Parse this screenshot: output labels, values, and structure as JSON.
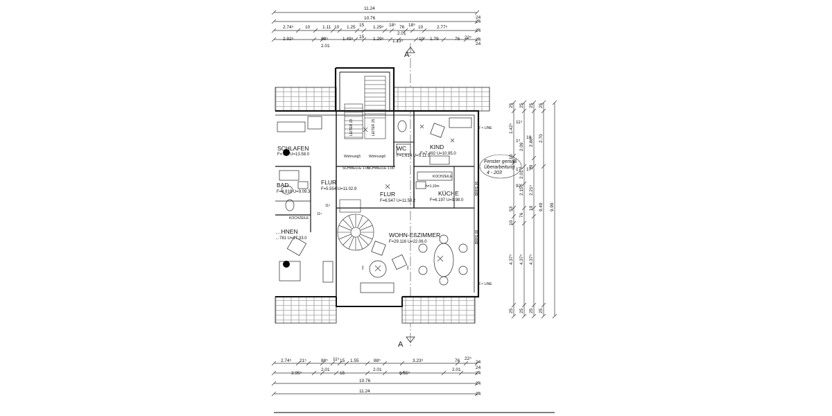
{
  "dimensions": {
    "top": {
      "r1_total": "11.24",
      "r2_total": "10.76",
      "r3": [
        "2.74⁵",
        "10",
        "1.11",
        "10",
        "1.25",
        "15",
        "1.29⁵",
        "18⁵",
        "76",
        "18⁵",
        "10",
        "2.77⁵"
      ],
      "r3_sub": "2.01",
      "r4": [
        "2.92⁵",
        "88⁵",
        "1.49⁵",
        "15",
        "1.29⁵",
        "1.13⁵",
        "10",
        "1.79",
        "76",
        "22⁵"
      ],
      "r4_sub": "2.01",
      "end_labels": [
        "24",
        "24",
        "24",
        "24",
        "24"
      ]
    },
    "bottom": {
      "r1": [
        "2.74⁵",
        "21⁵",
        "88⁵",
        "11⁵",
        "15",
        "1.55",
        "88⁵",
        "3.23⁵",
        "76",
        "22⁵"
      ],
      "r2": [
        "3.95⁵",
        "2.01",
        "15",
        "2.01",
        "6.65⁵",
        "2.01"
      ],
      "r3_total": "10.76",
      "r4_total": "11.24",
      "end_labels": [
        "24",
        "24",
        "24",
        "24",
        "24"
      ]
    },
    "right": {
      "c1": [
        "25",
        "1.42⁵",
        "10",
        "53",
        "10",
        "4.37⁵",
        "25"
      ],
      "c2": [
        "25",
        "2.09",
        "2.01",
        "2.15⁵",
        "76",
        "4.37⁵",
        "25"
      ],
      "c3": [
        "25",
        "2.86⁵",
        "10",
        "2.21⁵",
        "10",
        "4.37⁵",
        "25"
      ],
      "c4": [
        "25",
        "2.70",
        "9.49",
        "25"
      ],
      "c5": [
        "9.99"
      ],
      "misc": [
        "11⁵",
        "17⁵",
        "1⁵",
        "10",
        "17",
        "92⁵"
      ]
    }
  },
  "section_marks": {
    "top": "A",
    "bottom": "A"
  },
  "rooms": {
    "schlafen": {
      "name": "SCHLAFEN",
      "area": "F=…8  U=13.58.0"
    },
    "bad": {
      "name": "BAD",
      "area": "F=4.818  U=9.09.3"
    },
    "wohnen": {
      "name": "…HNEN",
      "area": "…781  U=17.33.0"
    },
    "flur_left": {
      "name": "FLUR",
      "area": "F=5.554  U=11.02.9"
    },
    "flur_center": {
      "name": "FLUR",
      "area": "F=6.547  U=11.50.2"
    },
    "wc": {
      "name": "WC",
      "area": "F=1.614  U=5.11.9"
    },
    "kind": {
      "name": "KIND",
      "area": "F=7.492  U=10.95.0"
    },
    "kueche": {
      "name": "KÜCHE",
      "area": "F=6.197  U=9.98.0"
    },
    "wohn_ess": {
      "name": "WOHN-EßZIMMER",
      "area": "F=29.116  U=22.06.0"
    }
  },
  "labels": {
    "brh_upper": "BRH1.00",
    "brh_lower": "BRH1.00",
    "wall_top": "2 × LINE",
    "wall_bottom": "3 × LINE",
    "kochzeile_left": "KOCHZEILE",
    "kochzeile_right": "KOCHZEILE",
    "wohnung_a": "Wohnung5",
    "wohnung_b": "Wohnung6",
    "schwelle_a": "SCHWELLE 1.00",
    "schwelle_b": "SCHWELLE 1.00",
    "height_note": "h=1,10m",
    "stair_note_a": "LEITER 20",
    "stair_note_b": "LEITER 25",
    "i_mark_left": "I",
    "i_mark_right": "I",
    "eleven_a": "11⁵",
    "eleven_b": "11⁵",
    "handwritten": [
      "Fenster gemäß",
      "Überarbeitung",
      "4 - 203"
    ]
  }
}
